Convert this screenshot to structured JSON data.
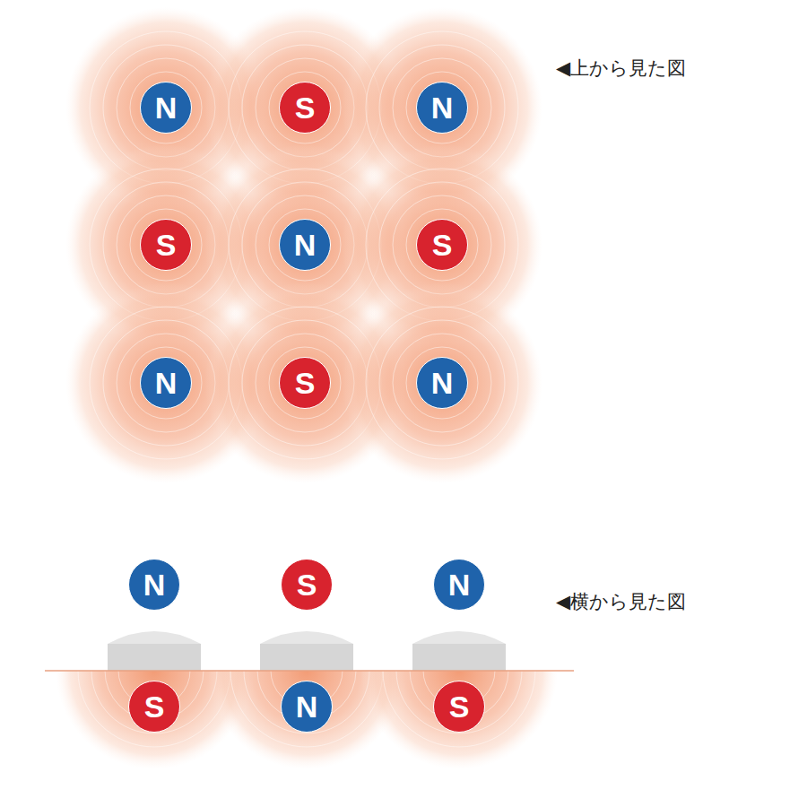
{
  "diagram": {
    "nodes": [
      {
        "text": [
          "N"
        ]
      },
      {
        "text": [
          "S"
        ]
      },
      {
        "text": [
          "N"
        ]
      },
      {
        "text": [
          "S"
        ]
      },
      {
        "text": [
          "N"
        ]
      },
      {
        "text": [
          "S"
        ]
      },
      {
        "text": [
          "N"
        ]
      },
      {
        "text": [
          "S"
        ]
      },
      {
        "text": [
          "N"
        ]
      },
      {
        "text": [
          "N"
        ]
      },
      {
        "text": [
          "S"
        ]
      },
      {
        "text": [
          "N"
        ]
      },
      {
        "text": [
          "S"
        ]
      },
      {
        "text": [
          "N"
        ]
      },
      {
        "text": [
          "S"
        ]
      }
    ],
    "edges": [],
    "labels": [
      "◀上から見た図",
      "◀横から見た図"
    ]
  }
}
